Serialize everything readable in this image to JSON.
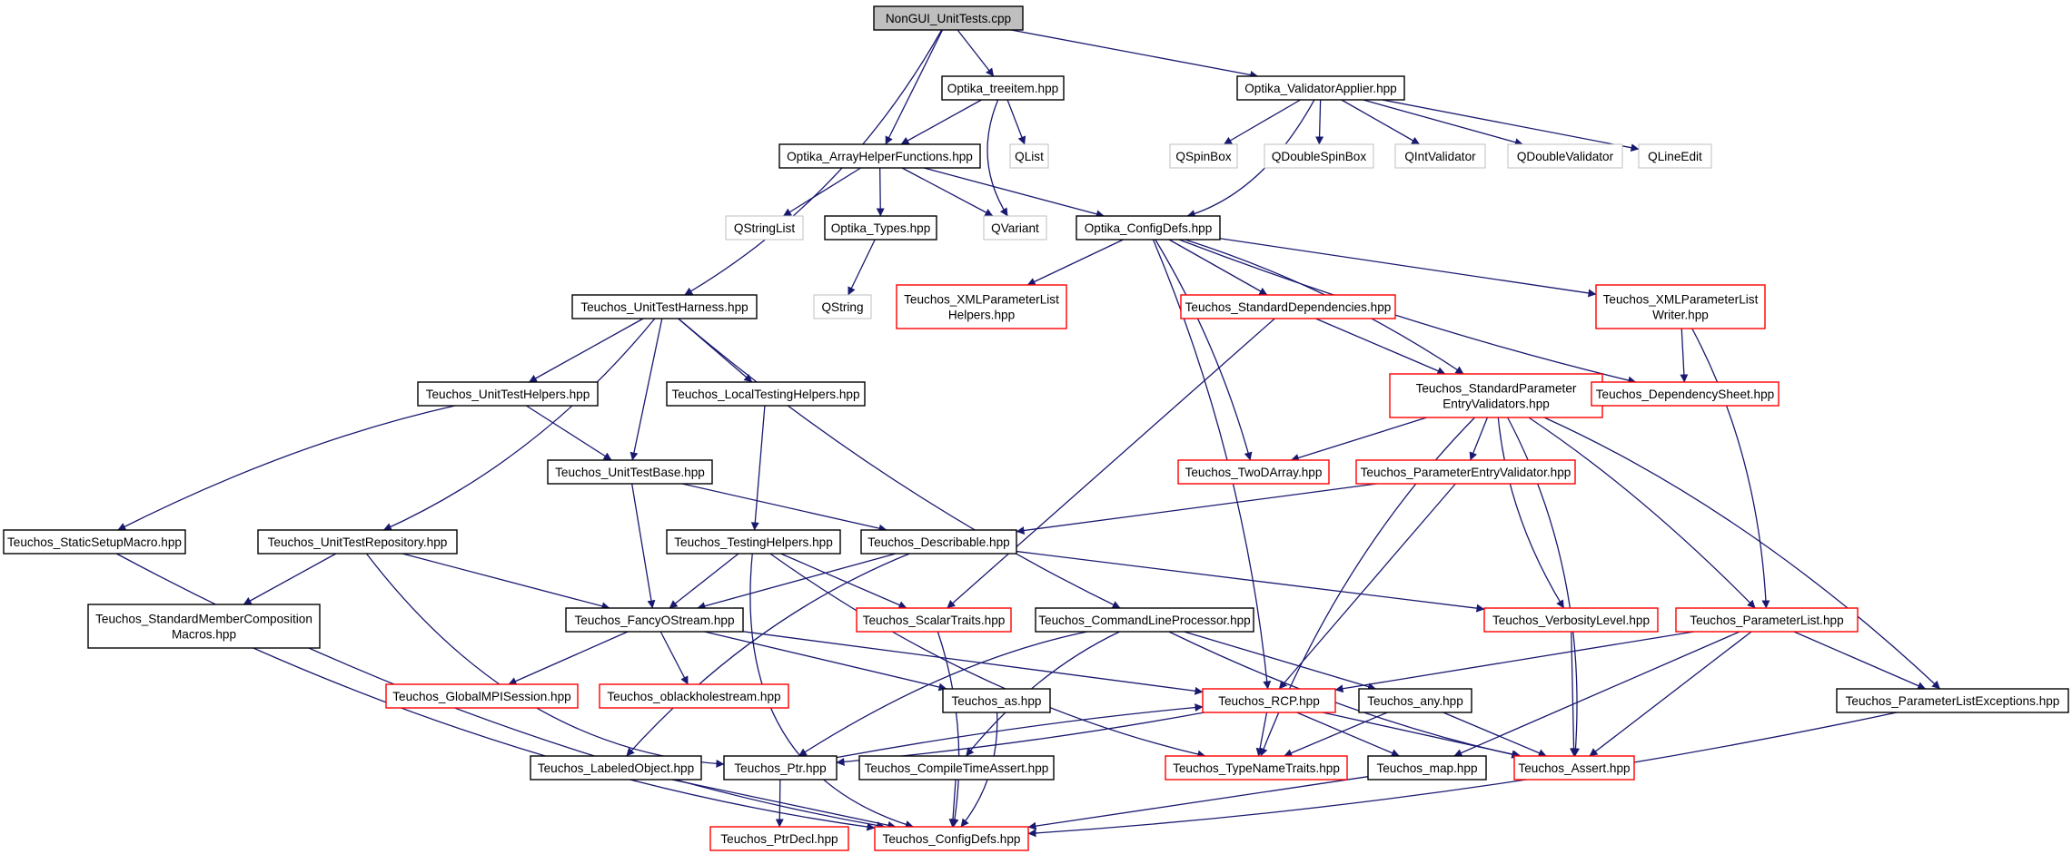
{
  "colors": {
    "edge": "#191970",
    "border_black": "#000000",
    "border_red": "#ff0000",
    "border_gray": "#bfbfbf",
    "root_fill": "#bfbfbf",
    "text": "#000000"
  },
  "nodes": {
    "root": "NonGUI_UnitTests.cpp",
    "treeitem": "Optika_treeitem.hpp",
    "validator_applier": "Optika_ValidatorApplier.hpp",
    "array_helper": "Optika_ArrayHelperFunctions.hpp",
    "qlist": "QList",
    "qspinbox": "QSpinBox",
    "qdoublespinbox": "QDoubleSpinBox",
    "qintvalidator": "QIntValidator",
    "qdoublevalidator": "QDoubleValidator",
    "qlineedit": "QLineEdit",
    "qstringlist": "QStringList",
    "optika_types": "Optika_Types.hpp",
    "qvariant": "QVariant",
    "config_defs_optika": "Optika_ConfigDefs.hpp",
    "qstring": "QString",
    "unit_test_harness": "Teuchos_UnitTestHarness.hpp",
    "xml_helpers": [
      "Teuchos_XMLParameterList",
      "Helpers.hpp"
    ],
    "standard_dependencies": "Teuchos_StandardDependencies.hpp",
    "xml_writer": [
      "Teuchos_XMLParameterList",
      "Writer.hpp"
    ],
    "unit_test_helpers": "Teuchos_UnitTestHelpers.hpp",
    "local_testing_helpers": "Teuchos_LocalTestingHelpers.hpp",
    "std_param_entry_validators": [
      "Teuchos_StandardParameter",
      "EntryValidators.hpp"
    ],
    "dependency_sheet": "Teuchos_DependencySheet.hpp",
    "unit_test_base": "Teuchos_UnitTestBase.hpp",
    "two_d_array": "Teuchos_TwoDArray.hpp",
    "param_entry_validator": "Teuchos_ParameterEntryValidator.hpp",
    "static_setup_macro": "Teuchos_StaticSetupMacro.hpp",
    "unit_test_repository": "Teuchos_UnitTestRepository.hpp",
    "testing_helpers": "Teuchos_TestingHelpers.hpp",
    "describable": "Teuchos_Describable.hpp",
    "std_member_composition": [
      "Teuchos_StandardMemberComposition",
      "Macros.hpp"
    ],
    "fancy_ostream": "Teuchos_FancyOStream.hpp",
    "scalar_traits": "Teuchos_ScalarTraits.hpp",
    "command_line_processor": "Teuchos_CommandLineProcessor.hpp",
    "verbosity_level": "Teuchos_VerbosityLevel.hpp",
    "parameter_list": "Teuchos_ParameterList.hpp",
    "global_mpi_session": "Teuchos_GlobalMPISession.hpp",
    "oblackholestream": "Teuchos_oblackholestream.hpp",
    "teuchos_as": "Teuchos_as.hpp",
    "rcp": "Teuchos_RCP.hpp",
    "teuchos_any": "Teuchos_any.hpp",
    "param_list_exceptions": "Teuchos_ParameterListExceptions.hpp",
    "labeled_object": "Teuchos_LabeledObject.hpp",
    "ptr": "Teuchos_Ptr.hpp",
    "compile_time_assert": "Teuchos_CompileTimeAssert.hpp",
    "type_name_traits": "Teuchos_TypeNameTraits.hpp",
    "teuchos_map": "Teuchos_map.hpp",
    "teuchos_assert": "Teuchos_Assert.hpp",
    "ptr_decl": "Teuchos_PtrDecl.hpp",
    "config_defs_teuchos": "Teuchos_ConfigDefs.hpp"
  },
  "node_styles": {
    "root": "root",
    "treeitem": "black",
    "validator_applier": "black",
    "array_helper": "black",
    "qlist": "gray",
    "qspinbox": "gray",
    "qdoublespinbox": "gray",
    "qintvalidator": "gray",
    "qdoublevalidator": "gray",
    "qlineedit": "gray",
    "qstringlist": "gray",
    "optika_types": "black",
    "qvariant": "gray",
    "config_defs_optika": "black",
    "qstring": "gray",
    "unit_test_harness": "black",
    "xml_helpers": "red",
    "standard_dependencies": "red",
    "xml_writer": "red",
    "unit_test_helpers": "black",
    "local_testing_helpers": "black",
    "std_param_entry_validators": "red",
    "dependency_sheet": "red",
    "unit_test_base": "black",
    "two_d_array": "red",
    "param_entry_validator": "red",
    "static_setup_macro": "black",
    "unit_test_repository": "black",
    "testing_helpers": "black",
    "describable": "black",
    "std_member_composition": "black",
    "fancy_ostream": "black",
    "scalar_traits": "red",
    "command_line_processor": "black",
    "verbosity_level": "red",
    "parameter_list": "red",
    "global_mpi_session": "red",
    "oblackholestream": "red",
    "teuchos_as": "black",
    "rcp": "red",
    "teuchos_any": "black",
    "param_list_exceptions": "black",
    "labeled_object": "black",
    "ptr": "black",
    "compile_time_assert": "black",
    "type_name_traits": "red",
    "teuchos_map": "black",
    "teuchos_assert": "red",
    "ptr_decl": "red",
    "config_defs_teuchos": "red"
  },
  "edges": [
    [
      "root",
      "treeitem"
    ],
    [
      "root",
      "validator_applier"
    ],
    [
      "root",
      "array_helper"
    ],
    [
      "root",
      "unit_test_harness"
    ],
    [
      "treeitem",
      "array_helper"
    ],
    [
      "treeitem",
      "qlist"
    ],
    [
      "treeitem",
      "qvariant"
    ],
    [
      "validator_applier",
      "config_defs_optika"
    ],
    [
      "validator_applier",
      "qspinbox"
    ],
    [
      "validator_applier",
      "qdoublespinbox"
    ],
    [
      "validator_applier",
      "qintvalidator"
    ],
    [
      "validator_applier",
      "qdoublevalidator"
    ],
    [
      "validator_applier",
      "qlineedit"
    ],
    [
      "array_helper",
      "qstringlist"
    ],
    [
      "array_helper",
      "optika_types"
    ],
    [
      "array_helper",
      "qvariant"
    ],
    [
      "array_helper",
      "config_defs_optika"
    ],
    [
      "optika_types",
      "qstring"
    ],
    [
      "config_defs_optika",
      "xml_helpers"
    ],
    [
      "config_defs_optika",
      "standard_dependencies"
    ],
    [
      "config_defs_optika",
      "xml_writer"
    ],
    [
      "config_defs_optika",
      "std_param_entry_validators"
    ],
    [
      "config_defs_optika",
      "dependency_sheet"
    ],
    [
      "config_defs_optika",
      "two_d_array"
    ],
    [
      "config_defs_optika",
      "rcp"
    ],
    [
      "unit_test_harness",
      "unit_test_helpers"
    ],
    [
      "unit_test_harness",
      "local_testing_helpers"
    ],
    [
      "unit_test_harness",
      "unit_test_base"
    ],
    [
      "unit_test_harness",
      "unit_test_repository"
    ],
    [
      "unit_test_harness",
      "command_line_processor"
    ],
    [
      "unit_test_helpers",
      "unit_test_base"
    ],
    [
      "unit_test_helpers",
      "static_setup_macro"
    ],
    [
      "local_testing_helpers",
      "testing_helpers"
    ],
    [
      "unit_test_base",
      "describable"
    ],
    [
      "unit_test_base",
      "fancy_ostream"
    ],
    [
      "standard_dependencies",
      "std_param_entry_validators"
    ],
    [
      "standard_dependencies",
      "scalar_traits"
    ],
    [
      "xml_writer",
      "dependency_sheet"
    ],
    [
      "xml_writer",
      "parameter_list"
    ],
    [
      "std_param_entry_validators",
      "two_d_array"
    ],
    [
      "std_param_entry_validators",
      "param_entry_validator"
    ],
    [
      "std_param_entry_validators",
      "verbosity_level"
    ],
    [
      "std_param_entry_validators",
      "parameter_list"
    ],
    [
      "std_param_entry_validators",
      "param_list_exceptions"
    ],
    [
      "std_param_entry_validators",
      "teuchos_assert"
    ],
    [
      "std_param_entry_validators",
      "type_name_traits"
    ],
    [
      "param_entry_validator",
      "describable"
    ],
    [
      "param_entry_validator",
      "rcp"
    ],
    [
      "static_setup_macro",
      "config_defs_teuchos"
    ],
    [
      "unit_test_repository",
      "std_member_composition"
    ],
    [
      "unit_test_repository",
      "fancy_ostream"
    ],
    [
      "unit_test_repository",
      "ptr"
    ],
    [
      "testing_helpers",
      "fancy_ostream"
    ],
    [
      "testing_helpers",
      "scalar_traits"
    ],
    [
      "testing_helpers",
      "type_name_traits"
    ],
    [
      "testing_helpers",
      "config_defs_teuchos"
    ],
    [
      "describable",
      "fancy_ostream"
    ],
    [
      "describable",
      "verbosity_level"
    ],
    [
      "describable",
      "labeled_object"
    ],
    [
      "std_member_composition",
      "config_defs_teuchos"
    ],
    [
      "fancy_ostream",
      "global_mpi_session"
    ],
    [
      "fancy_ostream",
      "oblackholestream"
    ],
    [
      "fancy_ostream",
      "rcp"
    ],
    [
      "fancy_ostream",
      "teuchos_as"
    ],
    [
      "scalar_traits",
      "config_defs_teuchos"
    ],
    [
      "command_line_processor",
      "teuchos_any"
    ],
    [
      "command_line_processor",
      "ptr"
    ],
    [
      "command_line_processor",
      "compile_time_assert"
    ],
    [
      "command_line_processor",
      "teuchos_assert"
    ],
    [
      "verbosity_level",
      "teuchos_assert"
    ],
    [
      "parameter_list",
      "rcp"
    ],
    [
      "parameter_list",
      "param_list_exceptions"
    ],
    [
      "parameter_list",
      "teuchos_assert"
    ],
    [
      "parameter_list",
      "teuchos_map"
    ],
    [
      "teuchos_as",
      "config_defs_teuchos"
    ],
    [
      "rcp",
      "ptr"
    ],
    [
      "rcp",
      "type_name_traits"
    ],
    [
      "rcp",
      "teuchos_map"
    ],
    [
      "rcp",
      "teuchos_assert"
    ],
    [
      "teuchos_any",
      "type_name_traits"
    ],
    [
      "teuchos_any",
      "teuchos_assert"
    ],
    [
      "param_list_exceptions",
      "config_defs_teuchos"
    ],
    [
      "labeled_object",
      "config_defs_teuchos"
    ],
    [
      "ptr",
      "rcp"
    ],
    [
      "ptr",
      "ptr_decl"
    ],
    [
      "compile_time_assert",
      "config_defs_teuchos"
    ],
    [
      "teuchos_map",
      "config_defs_teuchos"
    ]
  ]
}
